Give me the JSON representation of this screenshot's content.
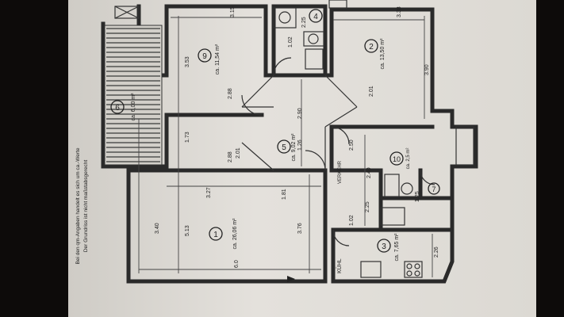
{
  "rooms": [
    {
      "number": "1",
      "area": "ca. 26,06 m²",
      "cx": 0,
      "cy": 0
    },
    {
      "number": "2",
      "area": "ca. 13,50 m²"
    },
    {
      "number": "3",
      "area": "ca. 7,65 m²"
    },
    {
      "number": "4",
      "area": ""
    },
    {
      "number": "5",
      "area": "ca. 9,02 m²"
    },
    {
      "number": "6",
      "area": "ca. 6,00 m²"
    },
    {
      "number": "7",
      "area": ""
    },
    {
      "number": "9",
      "area": "ca. 11,54 m²"
    },
    {
      "number": "10",
      "area": "ca. 2,5 m²"
    }
  ],
  "dimensions": [
    "3.40",
    "5.13",
    "3.76",
    "3.27",
    "1.73",
    "3.53",
    "2.90",
    "1.26",
    "2.40",
    "2.26",
    "3.90",
    "3.38",
    "2.01",
    "2.01",
    "2.50",
    "1.02",
    "2.25",
    "1.25",
    "1.02",
    "2.25",
    "2.88",
    "2.88",
    "3.15",
    "6.0",
    "1.81"
  ],
  "labels": {
    "kuehl": "KÜHL",
    "verkehr": "VERKEHR"
  },
  "side_note": {
    "line1": "Bei den qm-Angaben handelt es sich um ca.-Werte",
    "line2": "Der Grundriss ist nicht maßstabsgerecht"
  }
}
